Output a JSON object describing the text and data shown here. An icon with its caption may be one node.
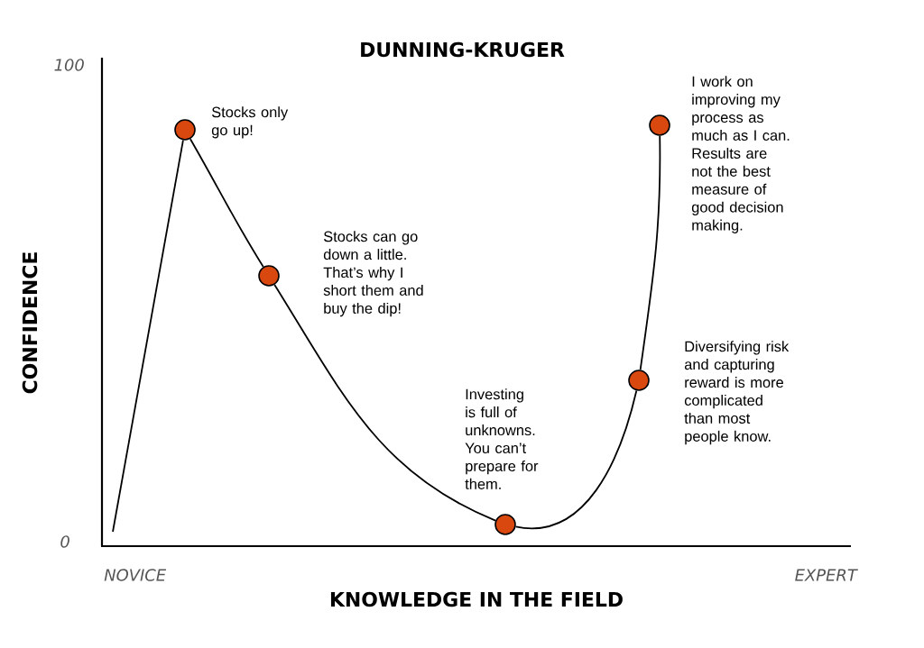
{
  "diagram": {
    "title": "DUNNING-KRUGER",
    "nodes": [
      {
        "text": [],
        "shape": "circle",
        "beside": [
          "Stocks only go up!"
        ]
      },
      {
        "text": [],
        "shape": "circle",
        "beside": [
          "Stocks can go down a little. That’s why I short them and buy the dip!"
        ]
      },
      {
        "text": [],
        "shape": "circle",
        "beside": [
          "Investing is full of unknowns. You can’t prepare for them."
        ]
      },
      {
        "text": [],
        "shape": "circle",
        "beside": [
          "Diversifying risk and capturing reward is more complicated than most people know."
        ]
      },
      {
        "text": [],
        "shape": "circle",
        "beside": [
          "I work on improving my process as much as I can. Results are not the best measure of good decision making."
        ]
      }
    ],
    "edges": [
      {
        "from": null,
        "to": 0,
        "arrow": "none"
      },
      {
        "from": 0,
        "to": 1,
        "arrow": "none"
      },
      {
        "from": 1,
        "to": 2,
        "arrow": "none"
      },
      {
        "from": 2,
        "to": 3,
        "arrow": "none"
      },
      {
        "from": 3,
        "to": 4,
        "arrow": "none"
      }
    ],
    "labels": [
      "100",
      "CONFIDENCE",
      "0",
      "NOVICE",
      "EXPERT",
      "KNOWLEDGE IN THE FIELD"
    ]
  }
}
